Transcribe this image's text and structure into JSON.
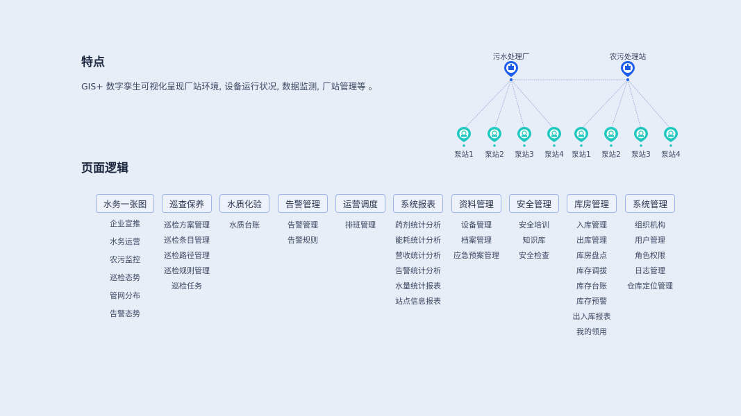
{
  "features": {
    "title": "特点",
    "description": "GIS+ 数字孪生可视化呈现厂站环境, 设备运行状况, 数据监测, 厂站管理等 。"
  },
  "logic": {
    "title": "页面逻辑"
  },
  "diagram": {
    "plants": [
      {
        "label": "污水处理厂",
        "icon": "factory-pin-icon",
        "stations": [
          "泵站1",
          "泵站2",
          "泵站3",
          "泵站4"
        ]
      },
      {
        "label": "农污处理站",
        "icon": "factory-pin-icon",
        "stations": [
          "泵站1",
          "泵站2",
          "泵站3",
          "泵站4"
        ]
      }
    ],
    "colors": {
      "plant": "#1a5cf0",
      "station": "#1ec8c0",
      "line": "#9aa9d8"
    }
  },
  "modules": [
    {
      "label": "水务一张图",
      "items": [
        "企业宣推",
        "水务运营",
        "农污监控",
        "巡检态势",
        "管网分布",
        "告警态势"
      ]
    },
    {
      "label": "巡查保养",
      "items": [
        "巡检方案管理",
        "巡检条目管理",
        "巡检路径管理",
        "巡检规则管理",
        "巡检任务"
      ]
    },
    {
      "label": "水质化验",
      "items": [
        "水质台账"
      ]
    },
    {
      "label": "告警管理",
      "items": [
        "告警管理",
        "告警规则"
      ]
    },
    {
      "label": "运营调度",
      "items": [
        "排班管理"
      ]
    },
    {
      "label": "系统报表",
      "items": [
        "药剂统计分析",
        "能耗统计分析",
        "营收统计分析",
        "告警统计分析",
        "水量统计报表",
        "站点信息报表"
      ]
    },
    {
      "label": "资料管理",
      "items": [
        "设备管理",
        "档案管理",
        "应急预案管理"
      ]
    },
    {
      "label": "安全管理",
      "items": [
        "安全培训",
        "知识库",
        "安全检查"
      ]
    },
    {
      "label": "库房管理",
      "items": [
        "入库管理",
        "出库管理",
        "库房盘点",
        "库存调拔",
        "库存台账",
        "库存预警",
        "出入库报表",
        "我的领用"
      ]
    },
    {
      "label": "系统管理",
      "items": [
        "组织机构",
        "用户管理",
        "角色权限",
        "日志管理",
        "仓库定位管理"
      ]
    }
  ]
}
